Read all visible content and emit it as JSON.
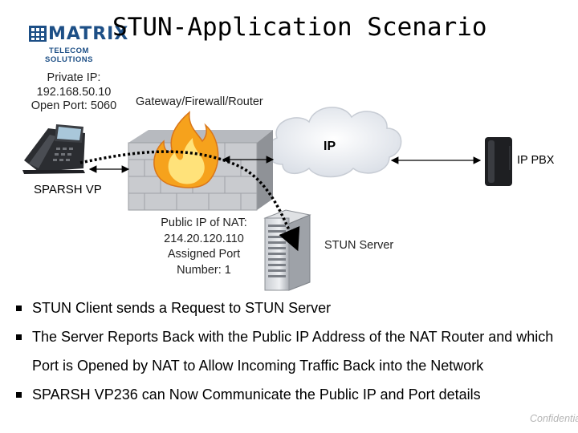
{
  "logo": {
    "word": "MATRIX",
    "sub": "TELECOM SOLUTIONS"
  },
  "title": "STUN-Application Scenario",
  "labels": {
    "private_ip": [
      "Private IP:",
      "192.168.50.10",
      "Open Port: 5060"
    ],
    "gateway": "Gateway/Firewall/Router",
    "ip": "IP",
    "ip_pbx": "IP PBX",
    "sparsh": "SPARSH VP",
    "public_ip": [
      "Public IP of NAT:",
      "214.20.120.110",
      "Assigned Port",
      "Number: 1"
    ],
    "stun_server": "STUN Server"
  },
  "bullets": [
    "STUN Client sends a Request to STUN Server",
    "The Server Reports Back with the Public IP Address of the NAT Router and which Port is Opened by NAT to Allow Incoming Traffic Back into the Network",
    "SPARSH VP236 can Now Communicate the Public IP and Port details"
  ],
  "footer": {
    "confidential": "Confidential"
  },
  "colors": {
    "logo_blue": "#1d4f86",
    "arrow_dots": "#000000",
    "flame_outer": "#f6a21c",
    "flame_inner": "#ffe27a"
  },
  "icons": [
    "matrix-logo-mark",
    "ip-phone-icon",
    "firewall-icon",
    "cloud-icon",
    "ip-pbx-icon",
    "server-icon"
  ]
}
